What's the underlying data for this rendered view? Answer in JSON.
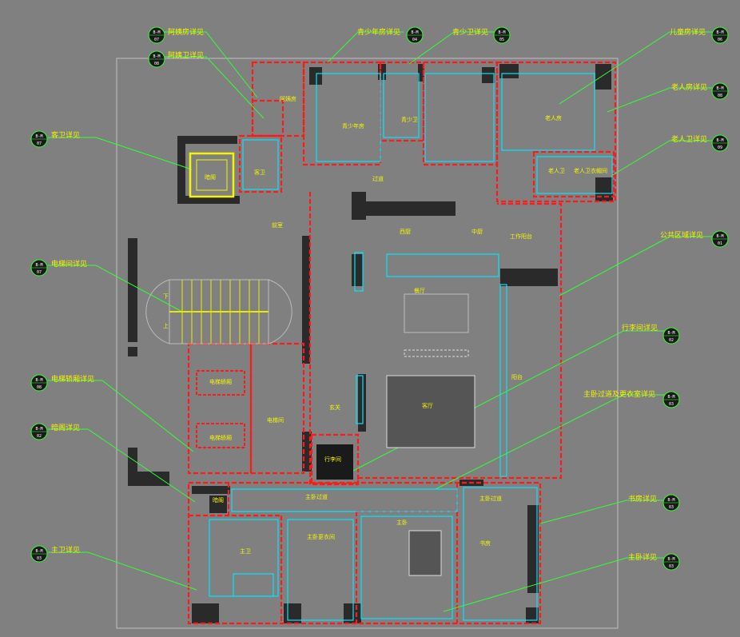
{
  "colors": {
    "background": "#808080",
    "wall": "#2a2a2a",
    "boundary_red": "#ff1a1a",
    "leader_green": "#33ff33",
    "label_yellow": "#f5f500",
    "fixture_cyan": "#00e5ff",
    "stair_yellow": "#e8e800"
  },
  "callouts": [
    {
      "id": "nanny-room",
      "text": "阿姨房详见",
      "tag_top": "B-M",
      "tag_bottom": "07"
    },
    {
      "id": "nanny-bath",
      "text": "阿姨卫详见",
      "tag_top": "B-M",
      "tag_bottom": "08"
    },
    {
      "id": "guest-bath",
      "text": "客卫详见",
      "tag_top": "B-M",
      "tag_bottom": "07"
    },
    {
      "id": "elevator-room",
      "text": "电梯间详见",
      "tag_top": "B-M",
      "tag_bottom": "07"
    },
    {
      "id": "elevator-car",
      "text": "电梯轿厢详见",
      "tag_top": "B-M",
      "tag_bottom": "08"
    },
    {
      "id": "hidden-cabinet",
      "text": "暗阁详见",
      "tag_top": "B-M",
      "tag_bottom": "02"
    },
    {
      "id": "master-bath",
      "text": "主卫详见",
      "tag_top": "B-M",
      "tag_bottom": "03"
    },
    {
      "id": "teen-room",
      "text": "青少年房详见",
      "tag_top": "B-M",
      "tag_bottom": "04"
    },
    {
      "id": "teen-bath",
      "text": "青少卫详见",
      "tag_top": "B-M",
      "tag_bottom": "05"
    },
    {
      "id": "kids-room",
      "text": "儿童房详见",
      "tag_top": "B-M",
      "tag_bottom": "06"
    },
    {
      "id": "elder-room",
      "text": "老人房详见",
      "tag_top": "B-M",
      "tag_bottom": "08"
    },
    {
      "id": "elder-bath",
      "text": "老人卫详见",
      "tag_top": "B-M",
      "tag_bottom": "09"
    },
    {
      "id": "public-area",
      "text": "公共区域详见",
      "tag_top": "B-M",
      "tag_bottom": "01"
    },
    {
      "id": "luggage-room",
      "text": "行李间详见",
      "tag_top": "B-M",
      "tag_bottom": "02"
    },
    {
      "id": "master-corridor",
      "text": "主卧过道及更衣室详见",
      "tag_top": "B-M",
      "tag_bottom": "03"
    },
    {
      "id": "study",
      "text": "书房详见",
      "tag_top": "B-M",
      "tag_bottom": "03"
    },
    {
      "id": "master-bedroom",
      "text": "主卧详见",
      "tag_top": "B-M",
      "tag_bottom": "03"
    }
  ],
  "rooms": [
    {
      "id": "nanny-room",
      "text": "阿姨房"
    },
    {
      "id": "teen-room",
      "text": "青少年房"
    },
    {
      "id": "teen-bath",
      "text": "青少卫"
    },
    {
      "id": "elder-room",
      "text": "老人房"
    },
    {
      "id": "elder-bath",
      "text": "老人卫"
    },
    {
      "id": "elder-wardrobe",
      "text": "老人卫衣帽间"
    },
    {
      "id": "guest-bath",
      "text": "客卫"
    },
    {
      "id": "hidden",
      "text": "暗阁"
    },
    {
      "id": "corridor",
      "text": "过道"
    },
    {
      "id": "front-hall",
      "text": "前室"
    },
    {
      "id": "west-kitchen",
      "text": "西厨"
    },
    {
      "id": "chinese-kitchen",
      "text": "中厨"
    },
    {
      "id": "workbench",
      "text": "工作阳台"
    },
    {
      "id": "dining",
      "text": "餐厅"
    },
    {
      "id": "living",
      "text": "客厅"
    },
    {
      "id": "balcony",
      "text": "阳台"
    },
    {
      "id": "entry",
      "text": "玄关"
    },
    {
      "id": "elevator-hall",
      "text": "电梯间"
    },
    {
      "id": "car1",
      "text": "电梯轿厢"
    },
    {
      "id": "car2",
      "text": "电梯轿厢"
    },
    {
      "id": "luggage",
      "text": "行李间"
    },
    {
      "id": "master-corridor",
      "text": "主卧过道"
    },
    {
      "id": "master-bath",
      "text": "主卫"
    },
    {
      "id": "closet",
      "text": "主卧更衣间"
    },
    {
      "id": "master-bed",
      "text": "主卧"
    },
    {
      "id": "study-corridor",
      "text": "主卧过道"
    },
    {
      "id": "study",
      "text": "书房"
    },
    {
      "id": "hidden2",
      "text": "暗阁"
    },
    {
      "id": "up",
      "text": "上"
    },
    {
      "id": "up2",
      "text": "下"
    }
  ]
}
